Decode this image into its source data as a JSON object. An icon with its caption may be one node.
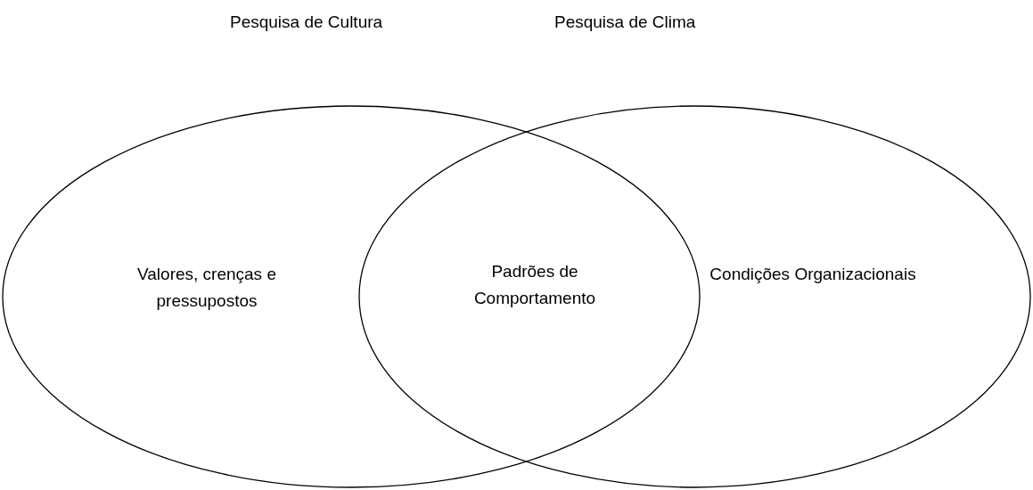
{
  "diagram": {
    "nodes": [
      {
        "text": [
          "Pesquisa de Cultura",
          "Valores, crenças e pressupostos"
        ]
      },
      {
        "text": [
          "Pesquisa de Clima",
          "Condições Organizacionais"
        ]
      }
    ],
    "labels": [
      "Padrões de Comportamento"
    ]
  }
}
